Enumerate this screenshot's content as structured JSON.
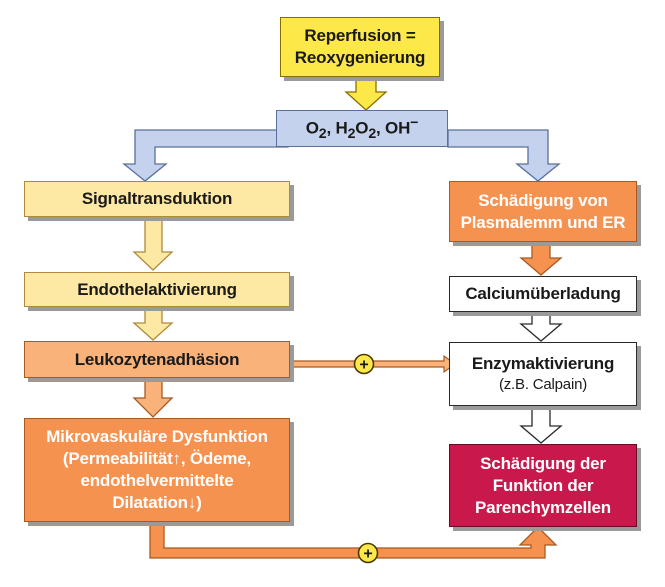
{
  "nodes": {
    "reperfusion": {
      "line1": "Reperfusion =",
      "line2": "Reoxygenierung"
    },
    "ros": {
      "o": "O",
      "o_sub": "2",
      "sep1": ", ",
      "h": "H",
      "h_sub": "2",
      "o2": "O",
      "o2_sub": "2",
      "sep2": ", ",
      "oh": "OH",
      "oh_sup": "−"
    },
    "signaltransduktion": "Signaltransduktion",
    "endothelaktivierung": "Endothelaktivierung",
    "leukozytenadhaesion": "Leukozytenadhäsion",
    "mikrovaskulaer": {
      "line1": "Mikrovaskuläre Dysfunktion",
      "line2": "(Permeabilität↑, Ödeme,",
      "line3": "endothelvermittelte",
      "line4": "Dilatation↓)"
    },
    "schaedigung_membran": {
      "line1": "Schädigung von",
      "line2": "Plasmalemm und ER"
    },
    "calcium": "Calciumüberladung",
    "enzym": {
      "line1": "Enzymaktivierung",
      "line2": "(z.B. Calpain)"
    },
    "parenchym": {
      "line1": "Schädigung der",
      "line2": "Funktion der",
      "line3": "Parenchymzellen"
    }
  },
  "connectors": {
    "plus_upper": "+",
    "plus_lower": "+"
  },
  "colors": {
    "yellow_strong": "#fde84a",
    "yellow_pale": "#fde9a4",
    "blue": "#c4d2ee",
    "orange_light": "#f9b27a",
    "orange": "#f6924f",
    "crimson": "#c8184c",
    "plus_badge": "#fde84a"
  }
}
